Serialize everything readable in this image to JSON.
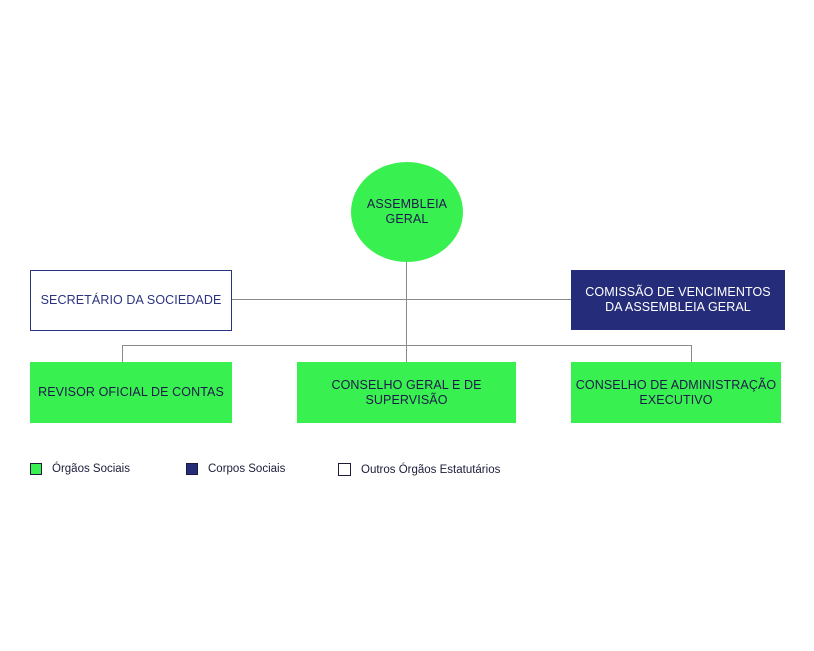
{
  "nodes": {
    "assembleia": {
      "line1": "ASSEMBLEIA",
      "line2": "GERAL"
    },
    "secretario": {
      "label": "SECRETÁRIO DA SOCIEDADE"
    },
    "comissao": {
      "line1": "COMISSÃO DE VENCIMENTOS",
      "line2": "DA ASSEMBLEIA GERAL"
    },
    "revisor": {
      "label": "REVISOR OFICIAL DE CONTAS"
    },
    "conselho_geral": {
      "line1": "CONSELHO GERAL E DE",
      "line2": "SUPERVISÃO"
    },
    "conselho_admin": {
      "line1": "CONSELHO DE ADMINISTRAÇÃO",
      "line2": "EXECUTIVO"
    }
  },
  "legend": {
    "orgaos_sociais": "Órgãos Sociais",
    "corpos_sociais": "Corpos Sociais",
    "outros_orgaos": "Outros Órgãos Estatutários"
  },
  "colors": {
    "green": "#39f051",
    "navy": "#252d7b",
    "line": "#8a8a8a"
  }
}
